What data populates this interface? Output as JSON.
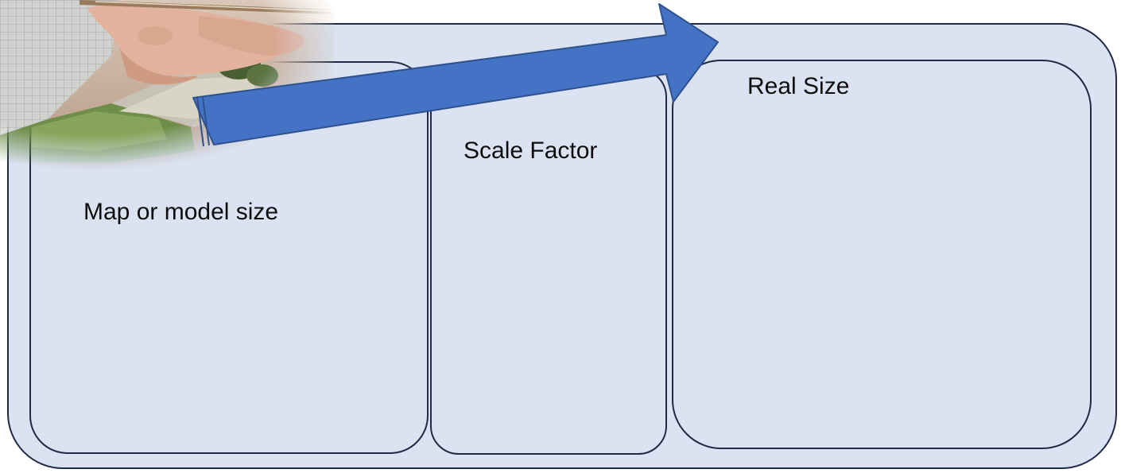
{
  "panels": {
    "map": {
      "label": "Map or model size"
    },
    "scale": {
      "label": "Scale Factor"
    },
    "real": {
      "label": "Real Size"
    }
  },
  "photo": {
    "subject": "hand holding scale model building"
  },
  "arrow": {
    "direction": "right",
    "fill": "#4472c4",
    "stroke": "#2f528f"
  },
  "colors": {
    "panel_fill": "#dbe3f2",
    "panel_border": "#1f2a44",
    "text": "#0d0d0d"
  }
}
